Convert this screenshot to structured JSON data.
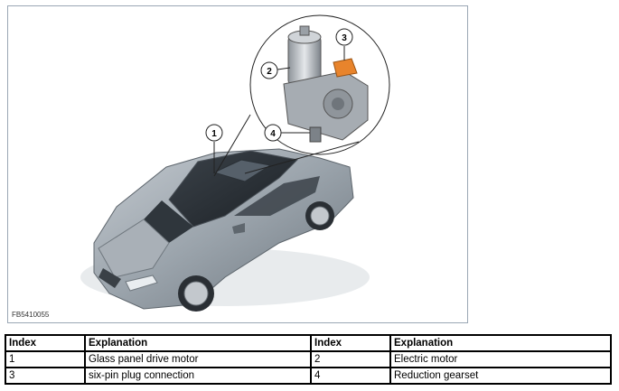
{
  "figure": {
    "code": "FB5410055",
    "callouts": [
      "1",
      "2",
      "3",
      "4"
    ]
  },
  "table": {
    "headers": [
      "Index",
      "Explanation",
      "Index",
      "Explanation"
    ],
    "rows": [
      [
        "1",
        "Glass panel drive motor",
        "2",
        "Electric motor"
      ],
      [
        "3",
        "six-pin plug connection",
        "4",
        "Reduction gearset"
      ]
    ]
  },
  "colors": {
    "car_body": "#9aa3ab",
    "plug": "#e8842c",
    "frame": "#9aa7b4"
  }
}
